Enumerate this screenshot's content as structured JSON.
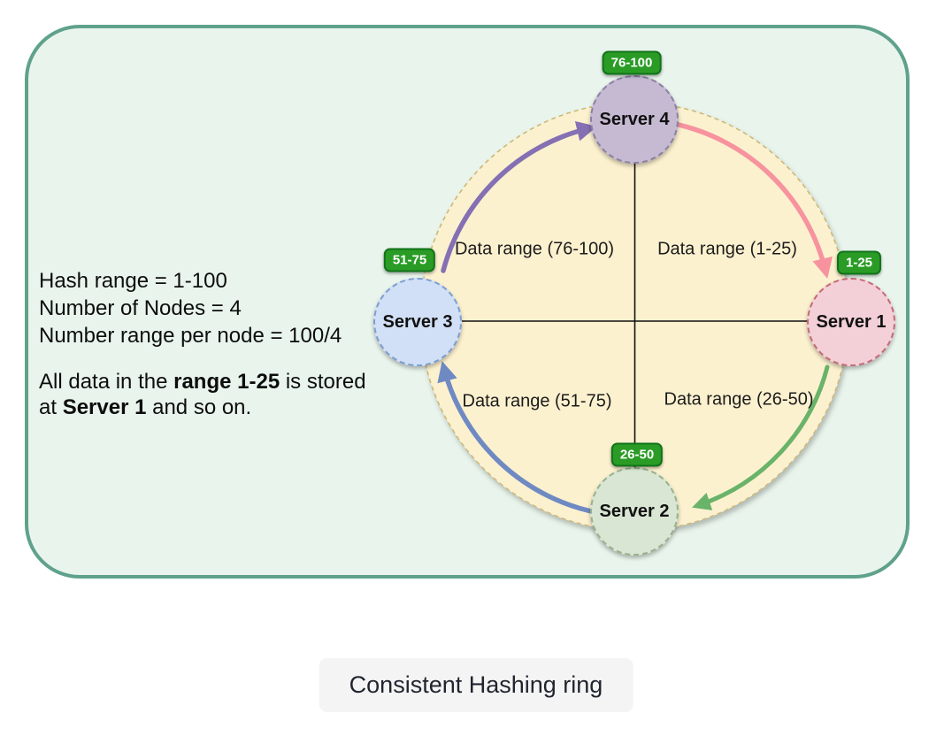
{
  "colors": {
    "panel_bg": "#e9f5ec",
    "panel_border": "#5fa18c",
    "ring_fill": "#fcf1cf",
    "ring_border": "#ccb878",
    "badge_bg": "#2a9c26",
    "arrow_pink": "#f7939e",
    "arrow_green": "#6ab36a",
    "arrow_blue": "#6f8ac3",
    "arrow_purple": "#8570b3"
  },
  "info_panel": {
    "line1": "Hash range = 1-100",
    "line2": "Number of Nodes = 4",
    "line3": "Number range per node = 100/4",
    "note_line1": {
      "t1": "All data in the ",
      "b": "range 1-25",
      "t2": " is stored"
    },
    "note_line2": {
      "t1": "at ",
      "b": "Server 1",
      "t2": " and so on."
    }
  },
  "ring": {
    "servers": [
      {
        "label": "Server 4",
        "badge": "76-100",
        "position": "top"
      },
      {
        "label": "Server 1",
        "badge": "1-25",
        "position": "right"
      },
      {
        "label": "Server 2",
        "badge": "26-50",
        "position": "bottom"
      },
      {
        "label": "Server 3",
        "badge": "51-75",
        "position": "left"
      }
    ],
    "quadrant_labels": [
      "Data range (76-100)",
      "Data range (1-25)",
      "Data range (51-75)",
      "Data range (26-50)"
    ],
    "arrows": [
      {
        "from": "Server 4",
        "to": "Server 1",
        "color": "#f7939e"
      },
      {
        "from": "Server 1",
        "to": "Server 2",
        "color": "#6ab36a"
      },
      {
        "from": "Server 2",
        "to": "Server 3",
        "color": "#6f8ac3"
      },
      {
        "from": "Server 3",
        "to": "Server 4",
        "color": "#8570b3"
      }
    ]
  },
  "caption": "Consistent Hashing ring"
}
